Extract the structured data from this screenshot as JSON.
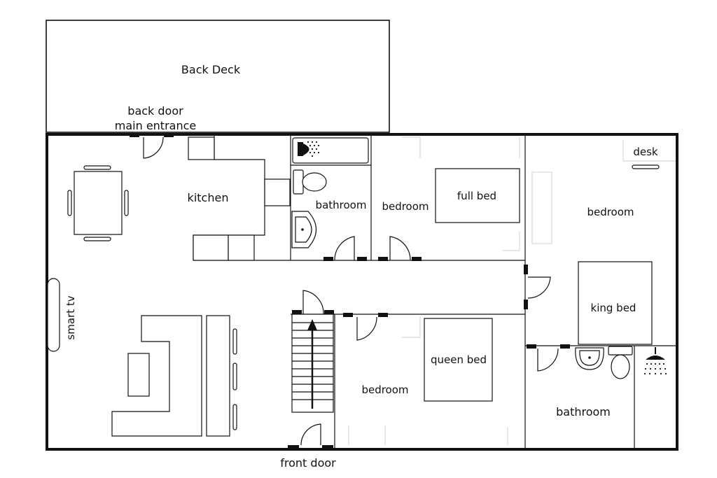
{
  "labels": {
    "back_deck": "Back Deck",
    "back_door": "back door",
    "main_entrance": "main entrance",
    "kitchen": "kitchen",
    "bathroom_top": "bathroom",
    "bedroom_top_middle": "bedroom",
    "full_bed": "full bed",
    "desk": "desk",
    "bedroom_right": "bedroom",
    "king_bed": "king bed",
    "smart_tv": "smart tv",
    "queen_bed": "queen bed",
    "bedroom_bottom_middle": "bedroom",
    "bathroom_bottom_right": "bathroom",
    "front_door": "front door"
  },
  "colors": {
    "line": "#111111",
    "background": "#ffffff",
    "faint": "#d8d8d8"
  },
  "icons": [
    "shower-icon",
    "toilet-icon",
    "sink-icon",
    "stairs-arrow-icon",
    "door-swing-icon"
  ]
}
